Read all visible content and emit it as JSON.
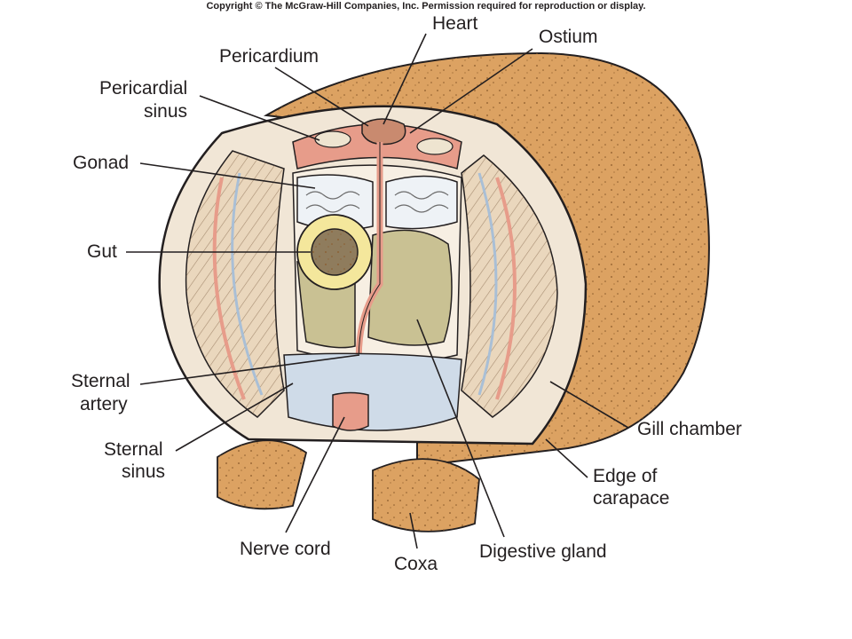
{
  "copyright": "Copyright © The McGraw-Hill Companies, Inc. Permission required for reproduction or display.",
  "labels": {
    "heart": "Heart",
    "ostium": "Ostium",
    "pericardium": "Pericardium",
    "pericardial_sinus_1": "Pericardial",
    "pericardial_sinus_2": "sinus",
    "gonad": "Gonad",
    "gut": "Gut",
    "sternal_artery_1": "Sternal",
    "sternal_artery_2": "artery",
    "sternal_sinus_1": "Sternal",
    "sternal_sinus_2": "sinus",
    "gill_chamber": "Gill chamber",
    "edge_of_carapace_1": "Edge of",
    "edge_of_carapace_2": "carapace",
    "nerve_cord": "Nerve cord",
    "coxa": "Coxa",
    "digestive_gland": "Digestive gland"
  },
  "colors": {
    "carapace": "#dca262",
    "carapace_dark": "#b97c3d",
    "vessel_red": "#e79c8a",
    "sinus_blue": "#cfdbe8",
    "gonad": "#eef2f6",
    "digestive_gland": "#c9c193",
    "gut_ring": "#f4e79c"
  }
}
